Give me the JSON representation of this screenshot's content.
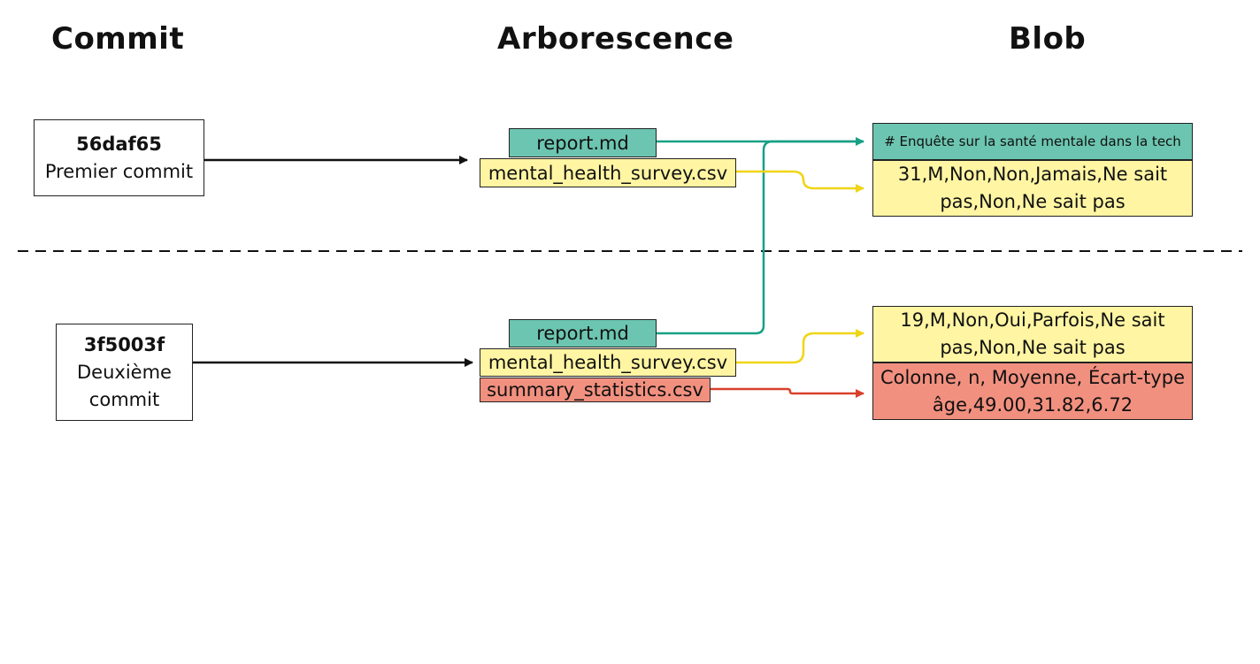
{
  "headers": {
    "commit": "Commit",
    "tree": "Arborescence",
    "blob": "Blob"
  },
  "commits": [
    {
      "hash": "56daf65",
      "message": "Premier commit"
    },
    {
      "hash": "3f5003f",
      "message_line1": "Deuxième",
      "message_line2": "commit"
    }
  ],
  "trees": [
    {
      "files": [
        "report.md",
        "mental_health_survey.csv"
      ]
    },
    {
      "files": [
        "report.md",
        "mental_health_survey.csv",
        "summary_statistics.csv"
      ]
    }
  ],
  "blobs": {
    "report_md": "# Enquête sur la santé mentale dans la tech",
    "survey_v1_line1": "31,M,Non,Non,Jamais,Ne sait",
    "survey_v1_line2": "pas,Non,Ne sait pas",
    "survey_v2_line1": "19,M,Non,Oui,Parfois,Ne sait",
    "survey_v2_line2": "pas,Non,Ne sait pas",
    "summary_line1": "Colonne, n, Moyenne, Écart-type",
    "summary_line2": "âge,49.00,31.82,6.72"
  },
  "colors": {
    "teal": "#6cc5b0",
    "teal_line": "#17a085",
    "yellow": "#fff5a3",
    "yellow_line": "#f0d516",
    "red": "#f2907f",
    "red_line": "#d9402a"
  }
}
